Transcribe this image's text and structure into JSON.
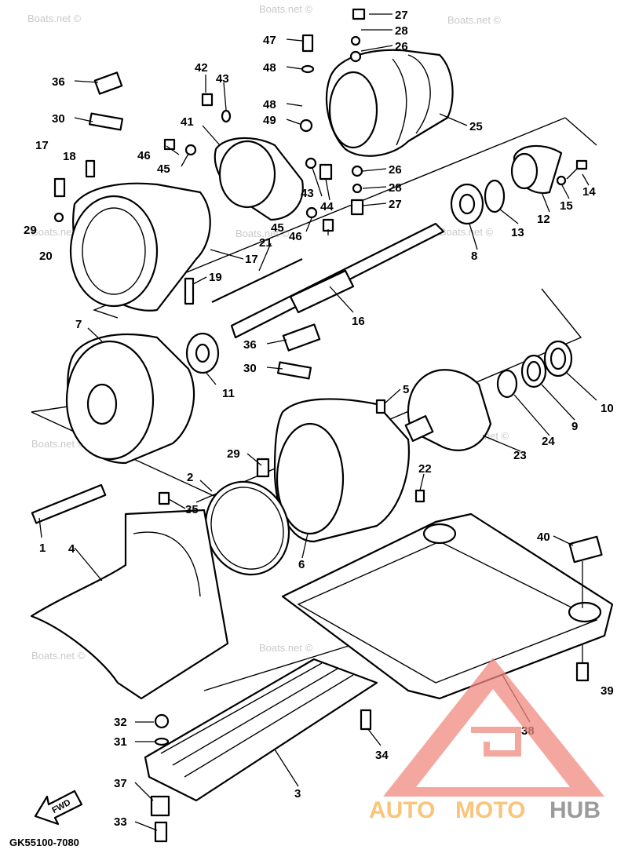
{
  "watermarks": [
    "Boats.net ©",
    "Boats.net ©",
    "Boats.net ©",
    "Boats.net ©",
    "Boats.net ©",
    "Boats.net ©",
    "Boats.net ©",
    "Boats.net ©",
    "Boats.net ©",
    "Boats.net ©"
  ],
  "diagram_code": "GK55100-7080",
  "fwd_label": "FWD",
  "logo": {
    "text_auto": "AUTO",
    "text_moto": "MOTO",
    "text_hub": "HUB",
    "color_primary": "#f08a80",
    "color_secondary": "#f6b24e",
    "color_dark": "#7a7a7a"
  },
  "callouts": [
    "27",
    "28",
    "26",
    "47",
    "48",
    "48",
    "49",
    "36",
    "42",
    "43",
    "30",
    "41",
    "25",
    "17",
    "18",
    "46",
    "45",
    "26",
    "43",
    "44",
    "28",
    "27",
    "12",
    "15",
    "14",
    "13",
    "29",
    "20",
    "17",
    "19",
    "21",
    "45",
    "46",
    "8",
    "16",
    "7",
    "36",
    "11",
    "30",
    "5",
    "10",
    "9",
    "24",
    "23",
    "29",
    "22",
    "2",
    "35",
    "1",
    "4",
    "6",
    "40",
    "39",
    "32",
    "31",
    "34",
    "38",
    "3",
    "37",
    "33"
  ]
}
